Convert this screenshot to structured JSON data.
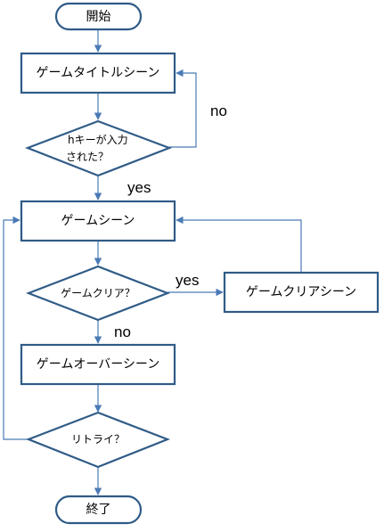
{
  "colors": {
    "node_stroke": "#2f5b87",
    "edge": "#4a7ab5",
    "text": "#000000",
    "background": "#ffffff"
  },
  "nodes": {
    "start": "開始",
    "title_scene": "ゲームタイトルシーン",
    "key_question_line1": "hキーが入力",
    "key_question_line2": "された？",
    "game_scene": "ゲームシーン",
    "clear_question": "ゲームクリア？",
    "clear_scene": "ゲームクリアシーン",
    "gameover_scene": "ゲームオーバーシーン",
    "retry_question": "リトライ？",
    "end": "終了"
  },
  "edge_labels": {
    "key_no": "no",
    "key_yes": "yes",
    "clear_yes": "yes",
    "clear_no": "no"
  }
}
